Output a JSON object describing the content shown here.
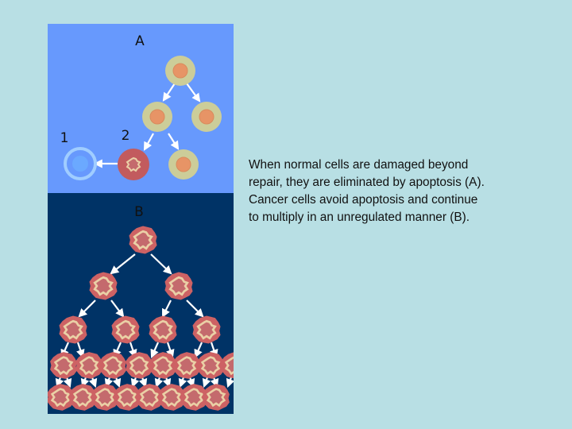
{
  "figure": {
    "panel_a_label": "A",
    "panel_b_label": "B",
    "cell_1_label": "1",
    "cell_2_label": "2",
    "colors": {
      "panel_a_bg": "#6799fd",
      "panel_b_bg": "#003366",
      "normal_cell_outer": "#cccd99",
      "normal_cell_nucleus": "#e79466",
      "damaged_cell_body": "#c25b5e",
      "cancer_cell_body": "#cd6264",
      "cancer_nucleus": "#c46a6d",
      "cancer_nucleus_outline": "#ead0a6",
      "apoptotic_ring": "#a0cdff",
      "apoptotic_core": "#6ba9ff",
      "arrow": "#ffffff"
    }
  },
  "caption": {
    "text": "When normal cells are damaged beyond\nrepair, they are eliminated by apoptosis (A).\nCancer cells avoid apoptosis and continue\nto multiply in an unregulated manner (B)."
  }
}
